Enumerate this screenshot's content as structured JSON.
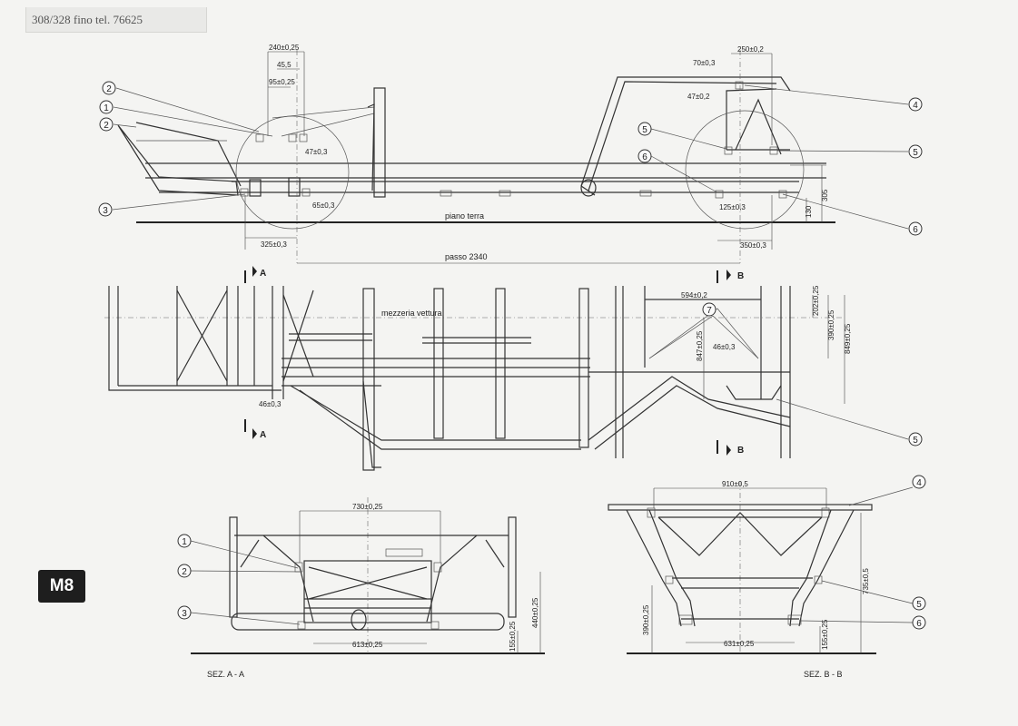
{
  "header": {
    "title": "308/328 fino tel. 76625"
  },
  "badge": {
    "label": "M8"
  },
  "side_view": {
    "dims": {
      "d240": "240±0,25",
      "d45": "45,5",
      "d95": "95±0,25",
      "d47a": "47±0,3",
      "d65": "65±0,3",
      "d325": "325±0,3",
      "d250": "250±0,2",
      "d70": "70±0,3",
      "d47b": "47±0,2",
      "d125": "125±0,3",
      "d350": "350±0,3",
      "d305": "305",
      "d130": "130",
      "passo": "passo 2340"
    },
    "ground_label": "piano terra"
  },
  "plan_view": {
    "centerline_label": "mezzeria vettura",
    "section_a": "A",
    "section_b": "B",
    "dims": {
      "d594": "594±0,2",
      "d202": "202±0,25",
      "d390": "390±0,25",
      "d849": "849±0,25",
      "d847": "847±0,25",
      "d46a": "46±0,3",
      "d46b": "46±0,3"
    }
  },
  "section_aa": {
    "label": "SEZ. A - A",
    "dims": {
      "d730": "730±0,25",
      "d613": "613±0,25",
      "d440": "440±0,25",
      "d155": "155±0,25"
    }
  },
  "section_bb": {
    "label": "SEZ. B - B",
    "dims": {
      "d910": "910±0,5",
      "d631": "631±0,25",
      "d735": "735±0,5",
      "d390": "390±0,25",
      "d155": "155±0,25"
    }
  },
  "callouts": {
    "c1": "1",
    "c2": "2",
    "c3": "3",
    "c4": "4",
    "c5": "5",
    "c6": "6",
    "c7": "7"
  }
}
